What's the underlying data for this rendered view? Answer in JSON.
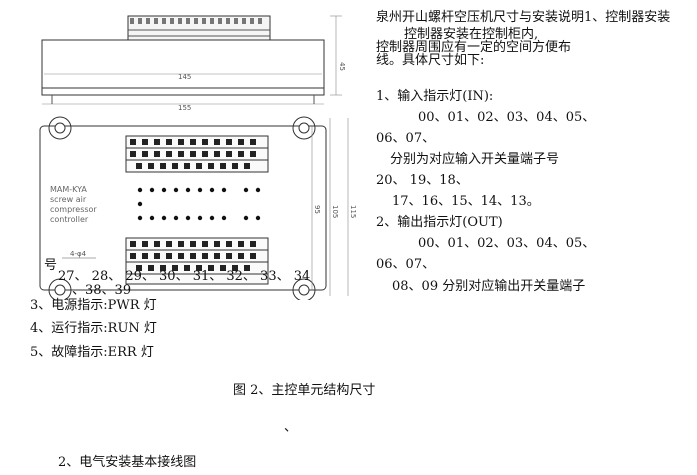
{
  "header": {
    "title_line": "泉州开山螺杆空压机尺寸与安装说明1、控制器安装",
    "line2": "控制器安装在控制柜内,",
    "line3": "控制器周围应有一定的空间方便布",
    "line4": "线。具体尺寸如下:"
  },
  "drawing_dims": {
    "top_width": "145",
    "top_outer": "155",
    "top_height": "45",
    "front_h1": "95",
    "front_h2": "105",
    "front_h3": "115",
    "hole_label": "4-φ4"
  },
  "panel_label": {
    "line1": "MAM-KYA",
    "line2": "screw air",
    "line3": "compressor",
    "line4": "controller"
  },
  "right_list": {
    "item1_title": "1、输入指示灯(IN):",
    "item1_nums_a": "00、01、02、03、04、05、",
    "item1_nums_b": "06、07、",
    "item1_desc": "分别为对应输入开关量端子号",
    "item1_terms_a": "20、 19、18、",
    "item1_terms_b": "17、16、15、14、13。",
    "item2_title": "2、输出指示灯(OUT)",
    "item2_nums_a": "00、01、02、03、04、05、",
    "item2_nums_b": "06、07、",
    "item2_desc": "08、09 分别对应输出开关量端子"
  },
  "left_overflow": {
    "hao": "号",
    "terms_row1": "27、 28、 29、 30、 31、 32、 33、 34",
    "terms_row2": "、38、39"
  },
  "indicators": {
    "item3": "3、电源指示:PWR 灯",
    "item4": "4、运行指示:RUN 灯",
    "item5": "5、故障指示:ERR 灯"
  },
  "caption": "图 2、主控单元结构尺寸",
  "stray_mark": "、",
  "section2": "2、电气安装基本接线图"
}
